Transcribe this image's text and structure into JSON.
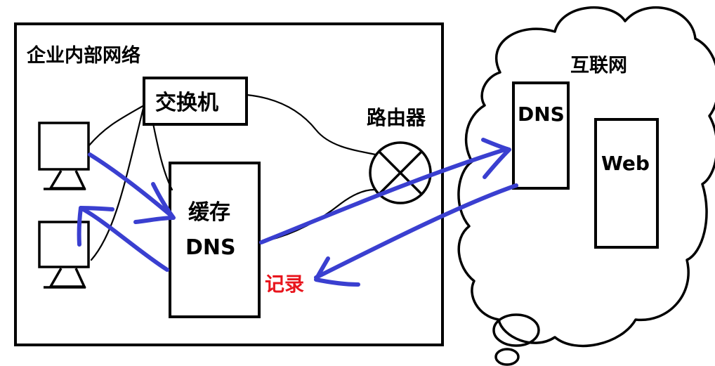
{
  "labels": {
    "internal_network": "企业内部网络",
    "switch": "交换机",
    "router": "路由器",
    "cache_dns_line1": "缓存",
    "cache_dns_line2": "DNS",
    "record": "记录",
    "internet": "互联网",
    "internet_dns": "DNS",
    "web": "Web"
  },
  "colors": {
    "outline": "#000000",
    "flow_arrow": "#3a3fd0",
    "record_text": "#e8141c",
    "background": "#ffffff"
  },
  "icons": {
    "computer": "monitor-icon",
    "router": "router-cross-circle-icon",
    "internet": "cloud-icon"
  }
}
